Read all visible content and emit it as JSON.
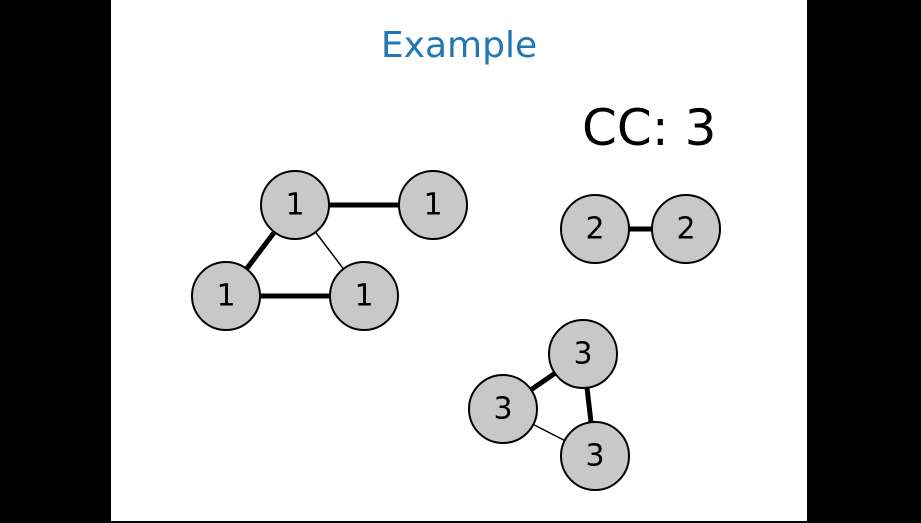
{
  "slide": {
    "title": "Example",
    "cc_label": "CC: 3"
  },
  "colors": {
    "title": "#1f77b4",
    "node_fill": "#c8c8c8",
    "edge": "#000000",
    "background": "#ffffff",
    "frame": "#000000"
  },
  "graph": {
    "nodes": [
      {
        "id": "a1",
        "label": "1",
        "component": 1
      },
      {
        "id": "a2",
        "label": "1",
        "component": 1
      },
      {
        "id": "a3",
        "label": "1",
        "component": 1
      },
      {
        "id": "a4",
        "label": "1",
        "component": 1
      },
      {
        "id": "b1",
        "label": "2",
        "component": 2
      },
      {
        "id": "b2",
        "label": "2",
        "component": 2
      },
      {
        "id": "c1",
        "label": "3",
        "component": 3
      },
      {
        "id": "c2",
        "label": "3",
        "component": 3
      },
      {
        "id": "c3",
        "label": "3",
        "component": 3
      }
    ],
    "edges": [
      {
        "from": "a1",
        "to": "a2",
        "weight": "thick"
      },
      {
        "from": "a1",
        "to": "a3",
        "weight": "thick"
      },
      {
        "from": "a1",
        "to": "a4",
        "weight": "thin"
      },
      {
        "from": "a3",
        "to": "a4",
        "weight": "thick"
      },
      {
        "from": "b1",
        "to": "b2",
        "weight": "thick"
      },
      {
        "from": "c1",
        "to": "c2",
        "weight": "thick"
      },
      {
        "from": "c2",
        "to": "c3",
        "weight": "thin"
      },
      {
        "from": "c1",
        "to": "c3",
        "weight": "thick"
      }
    ]
  }
}
